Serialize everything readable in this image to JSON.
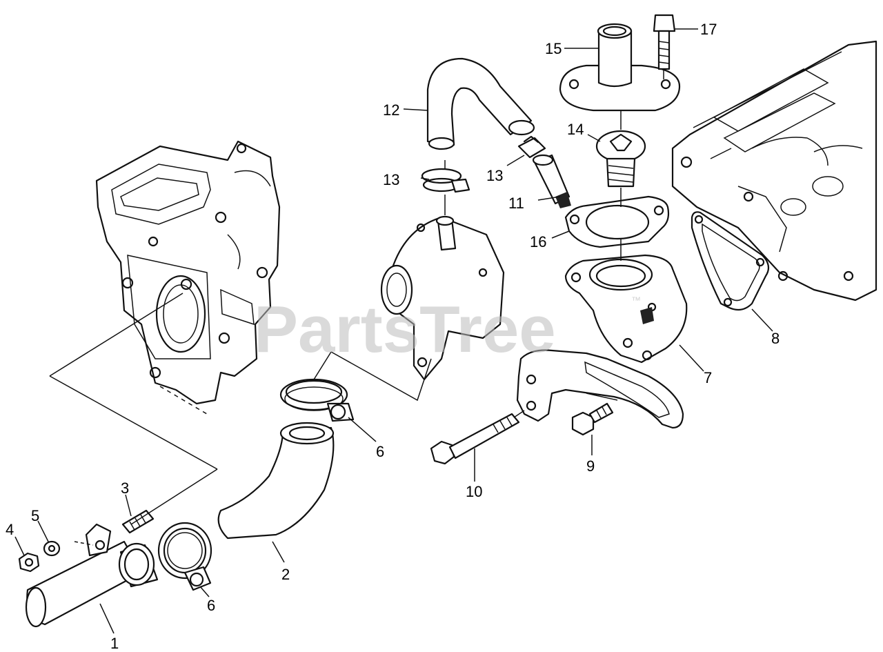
{
  "watermark": {
    "text": "PartsTree",
    "mark": "™"
  },
  "callouts": [
    "1",
    "2",
    "3",
    "4",
    "5",
    "6",
    "6",
    "7",
    "8",
    "9",
    "10",
    "11",
    "12",
    "13",
    "13",
    "14",
    "15",
    "16",
    "17"
  ]
}
